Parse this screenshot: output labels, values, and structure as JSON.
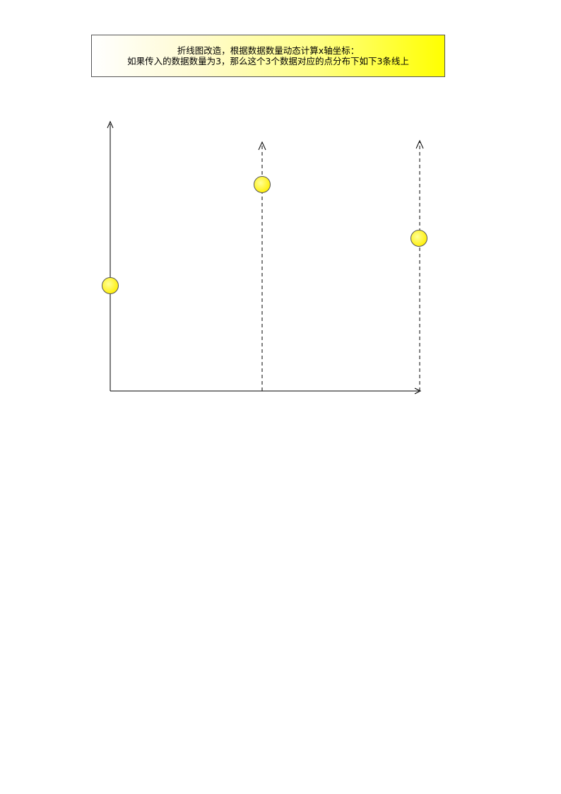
{
  "note": {
    "line1": "折线图改造，根据数据数量动态计算x轴坐标：",
    "line2": "如果传入的数据数量为3，那么这个3个数据对应的点分布下如下3条线上"
  },
  "diagram": {
    "point_count": 3,
    "point_color": "#ffff00",
    "point_fill_highlight": "#ffff66",
    "axis_color": "#000000"
  }
}
